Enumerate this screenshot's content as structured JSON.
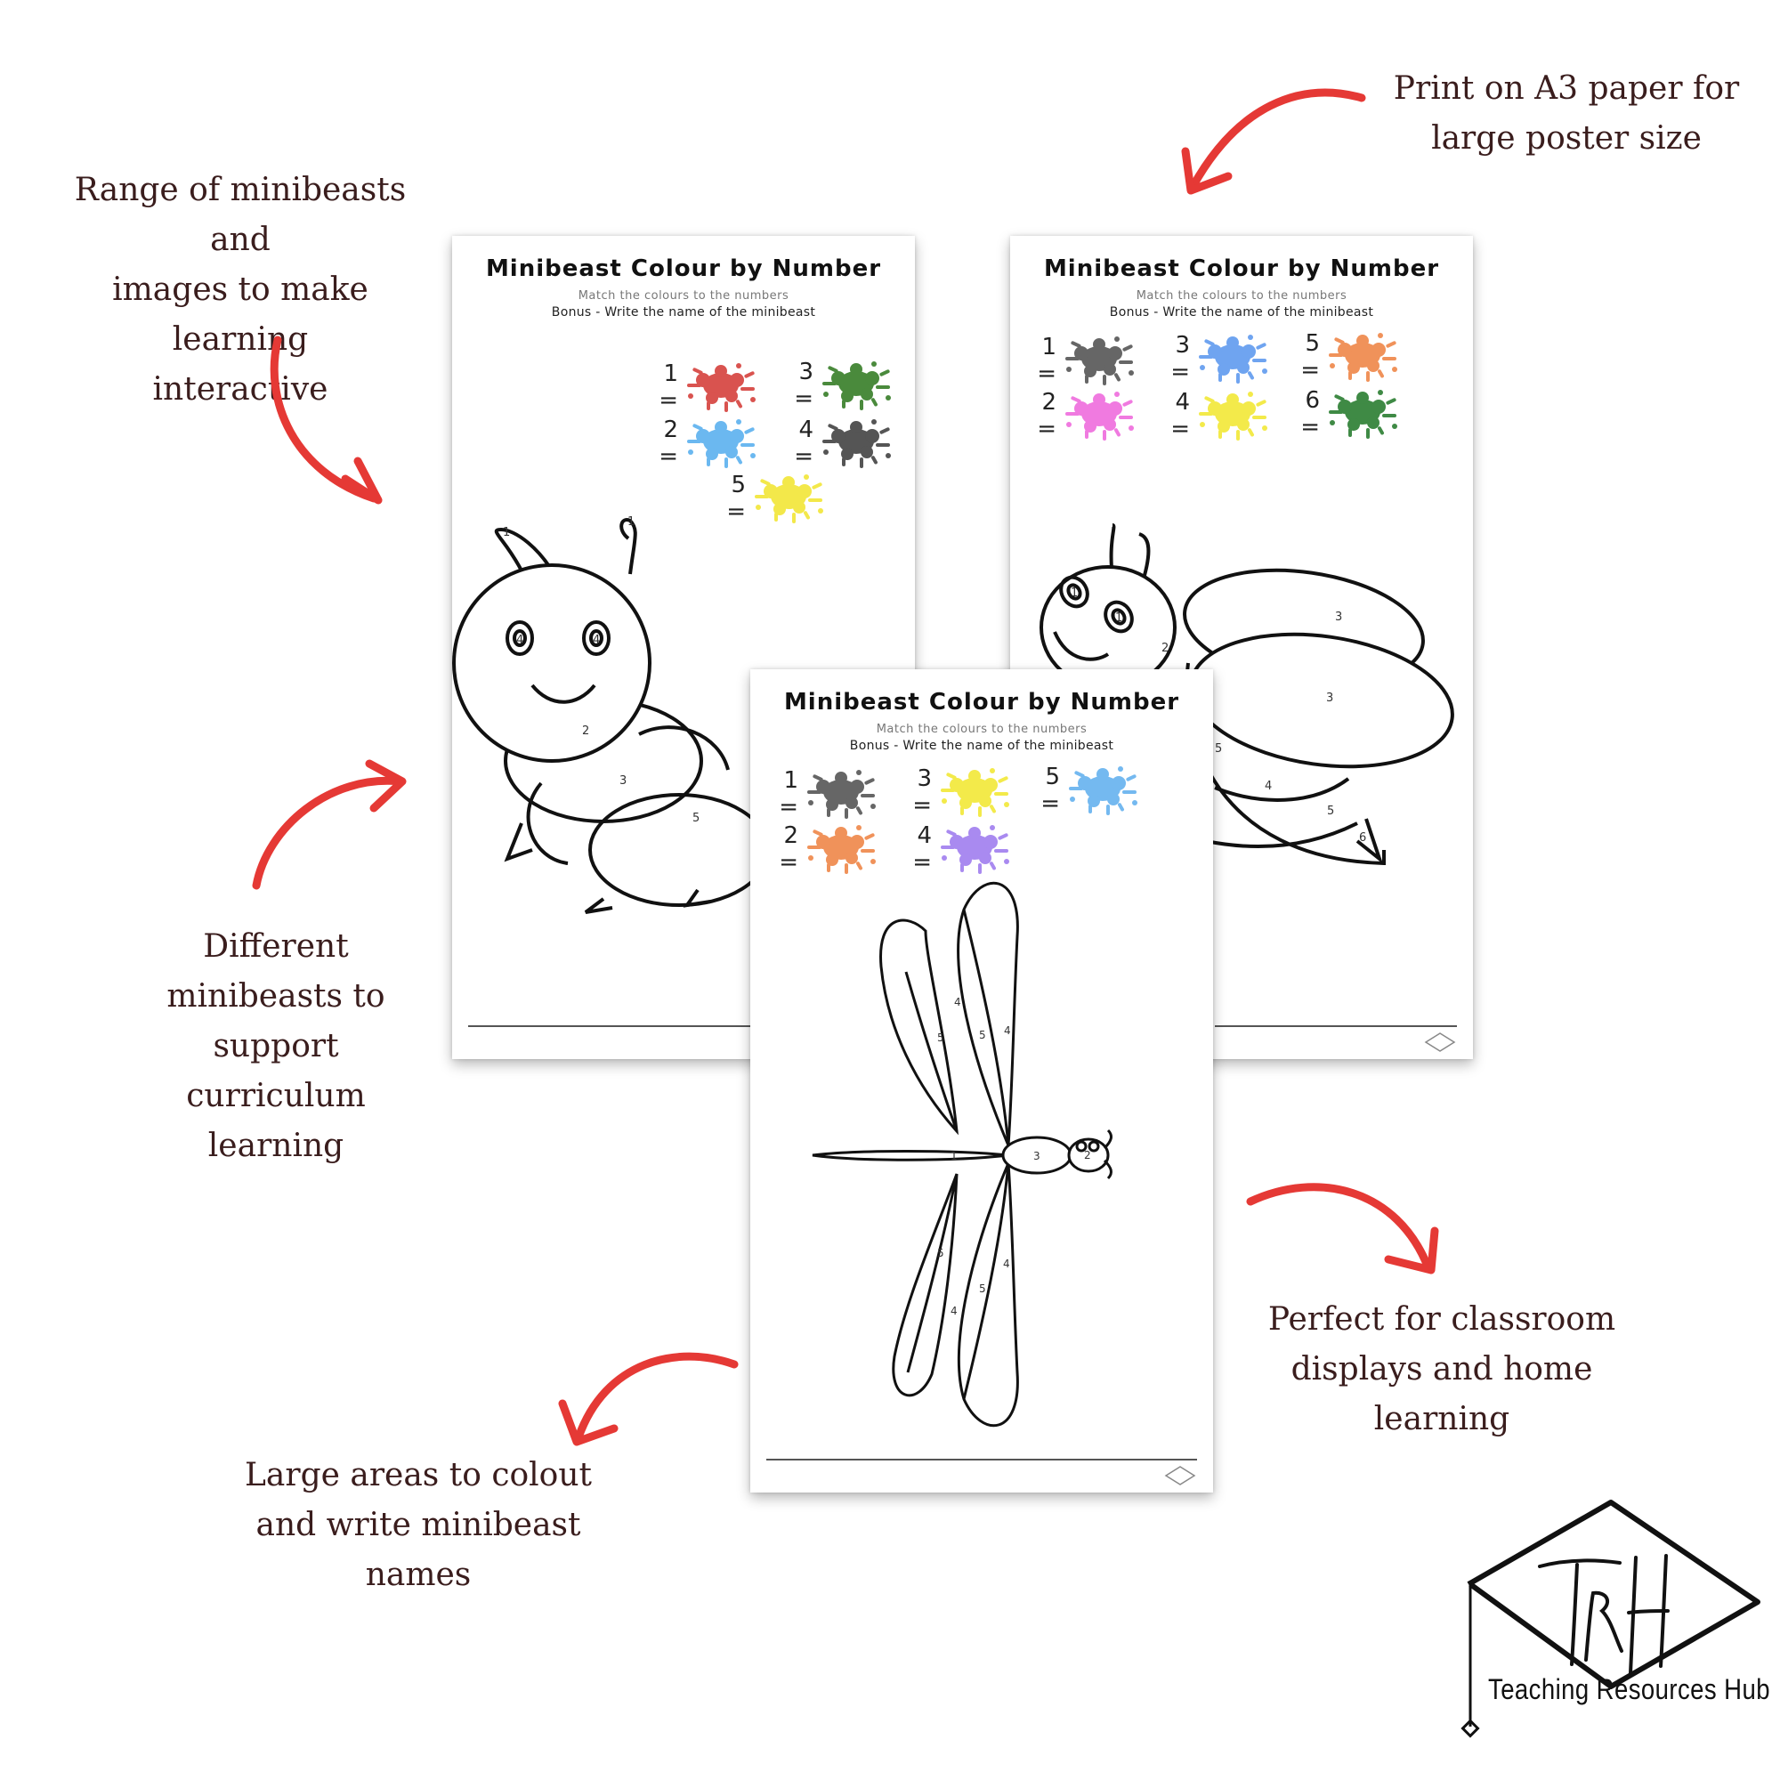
{
  "callouts": {
    "top_left": "Range of minibeasts and\nimages to make learning\ninteractive",
    "top_right": "Print on A3 paper for\nlarge poster size",
    "middle_left": "Different\nminibeasts to\nsupport\ncurriculum\nlearning",
    "bottom_left": "Large areas to colout\nand write minibeast\nnames",
    "bottom_right": "Perfect for classroom\ndisplays and home\nlearning"
  },
  "colors": {
    "arrow": "#e53935",
    "callout_text": "#3a1d1d"
  },
  "sheets": {
    "caterpillar": {
      "title": "Minibeast Colour by Number",
      "subtitle": "Match the colours to the numbers",
      "bonus": "Bonus - Write the name of the minibeast",
      "key": [
        {
          "label": "1 =",
          "color": "#d9534f",
          "icon": "paint-splat-icon"
        },
        {
          "label": "3 =",
          "color": "#4a8a3c",
          "icon": "paint-splat-icon"
        },
        {
          "label": "2 =",
          "color": "#6bb8f0",
          "icon": "paint-splat-icon"
        },
        {
          "label": "4 =",
          "color": "#555555",
          "icon": "paint-splat-icon"
        },
        {
          "label": "5 =",
          "color": "#f3e84a",
          "icon": "paint-splat-icon"
        }
      ],
      "region_numbers": [
        "1",
        "1",
        "4",
        "4",
        "2",
        "3",
        "5"
      ]
    },
    "bee": {
      "title": "Minibeast Colour by Number",
      "subtitle": "Match the colours to the numbers",
      "bonus": "Bonus - Write the name of the minibeast",
      "key": [
        {
          "label": "1 =",
          "color": "#666666",
          "icon": "paint-splat-icon"
        },
        {
          "label": "3 =",
          "color": "#6fa4f0",
          "icon": "paint-splat-icon"
        },
        {
          "label": "5 =",
          "color": "#f0925a",
          "icon": "paint-splat-icon"
        },
        {
          "label": "2 =",
          "color": "#f07ae0",
          "icon": "paint-splat-icon"
        },
        {
          "label": "4 =",
          "color": "#f3ea4a",
          "icon": "paint-splat-icon"
        },
        {
          "label": "6 =",
          "color": "#3f8a45",
          "icon": "paint-splat-icon"
        }
      ],
      "region_numbers": [
        "1",
        "1",
        "2",
        "3",
        "3",
        "5",
        "4",
        "5",
        "6"
      ]
    },
    "dragonfly": {
      "title": "Minibeast Colour by Number",
      "subtitle": "Match the colours to the numbers",
      "bonus": "Bonus - Write the name of the minibeast",
      "key": [
        {
          "label": "1 =",
          "color": "#666666",
          "icon": "paint-splat-icon"
        },
        {
          "label": "3 =",
          "color": "#f3ea4a",
          "icon": "paint-splat-icon"
        },
        {
          "label": "5 =",
          "color": "#74b9f0",
          "icon": "paint-splat-icon"
        },
        {
          "label": "2 =",
          "color": "#f0925a",
          "icon": "paint-splat-icon"
        },
        {
          "label": "4 =",
          "color": "#a98af0",
          "icon": "paint-splat-icon"
        }
      ],
      "region_numbers": [
        "4",
        "5",
        "5",
        "4",
        "1",
        "3",
        "2",
        "5",
        "4",
        "5",
        "4"
      ]
    }
  },
  "logo": {
    "monogram": "TRH",
    "name": "Teaching Resources Hub"
  }
}
